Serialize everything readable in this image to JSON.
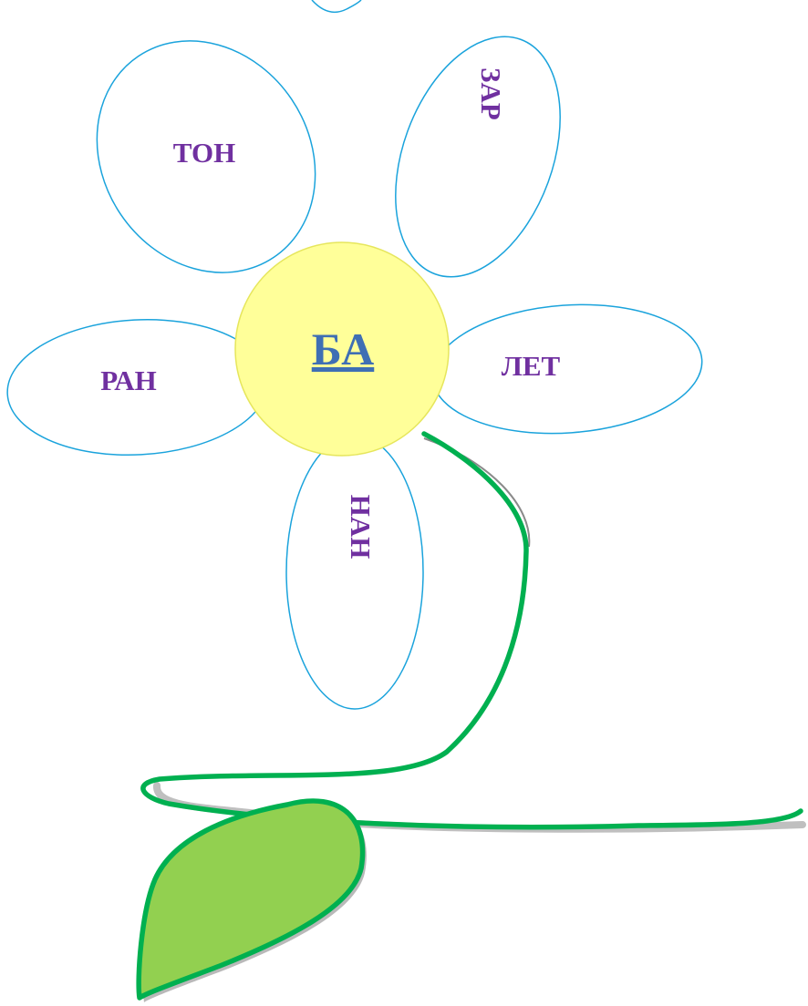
{
  "center": {
    "syllable": "БА",
    "fill_color": "#ffff99",
    "stroke_color": "#e6e65c",
    "text_color": "#3f6fb4"
  },
  "petals": [
    {
      "id": "ton",
      "word": "ТОН"
    },
    {
      "id": "zar",
      "word": "ЗАР"
    },
    {
      "id": "let",
      "word": "ЛЕТ"
    },
    {
      "id": "nan",
      "word": "НАН"
    },
    {
      "id": "ran",
      "word": "РАН"
    }
  ],
  "colors": {
    "petal_outline": "#1aa3dc",
    "petal_text": "#7030a0",
    "stem": "#00b050",
    "stem_shadow": "#7f7f7f",
    "leaf_fill": "#92d050",
    "leaf_stroke": "#00b050"
  }
}
